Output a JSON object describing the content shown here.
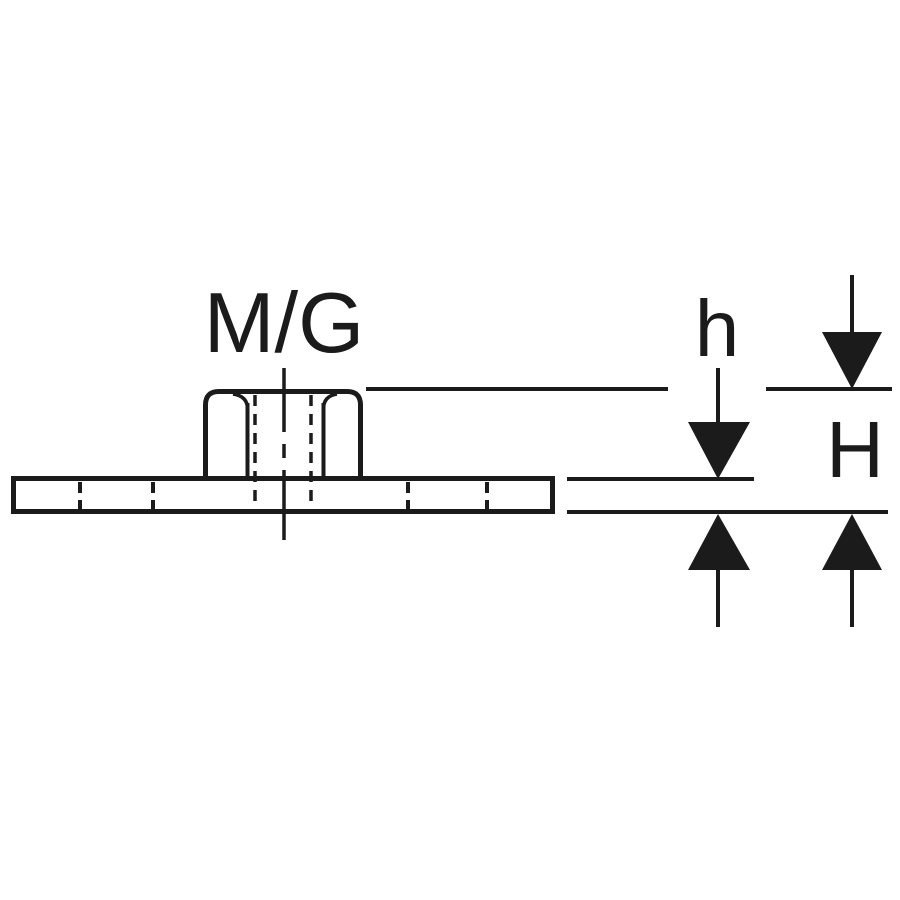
{
  "drawing": {
    "title": "threaded-plate-dimension-drawing",
    "thread_label": "M/G",
    "dim_plate_thickness_label": "h",
    "dim_total_height_label": "H",
    "line_color": "#1b1b1b",
    "background_color": "#ffffff"
  }
}
